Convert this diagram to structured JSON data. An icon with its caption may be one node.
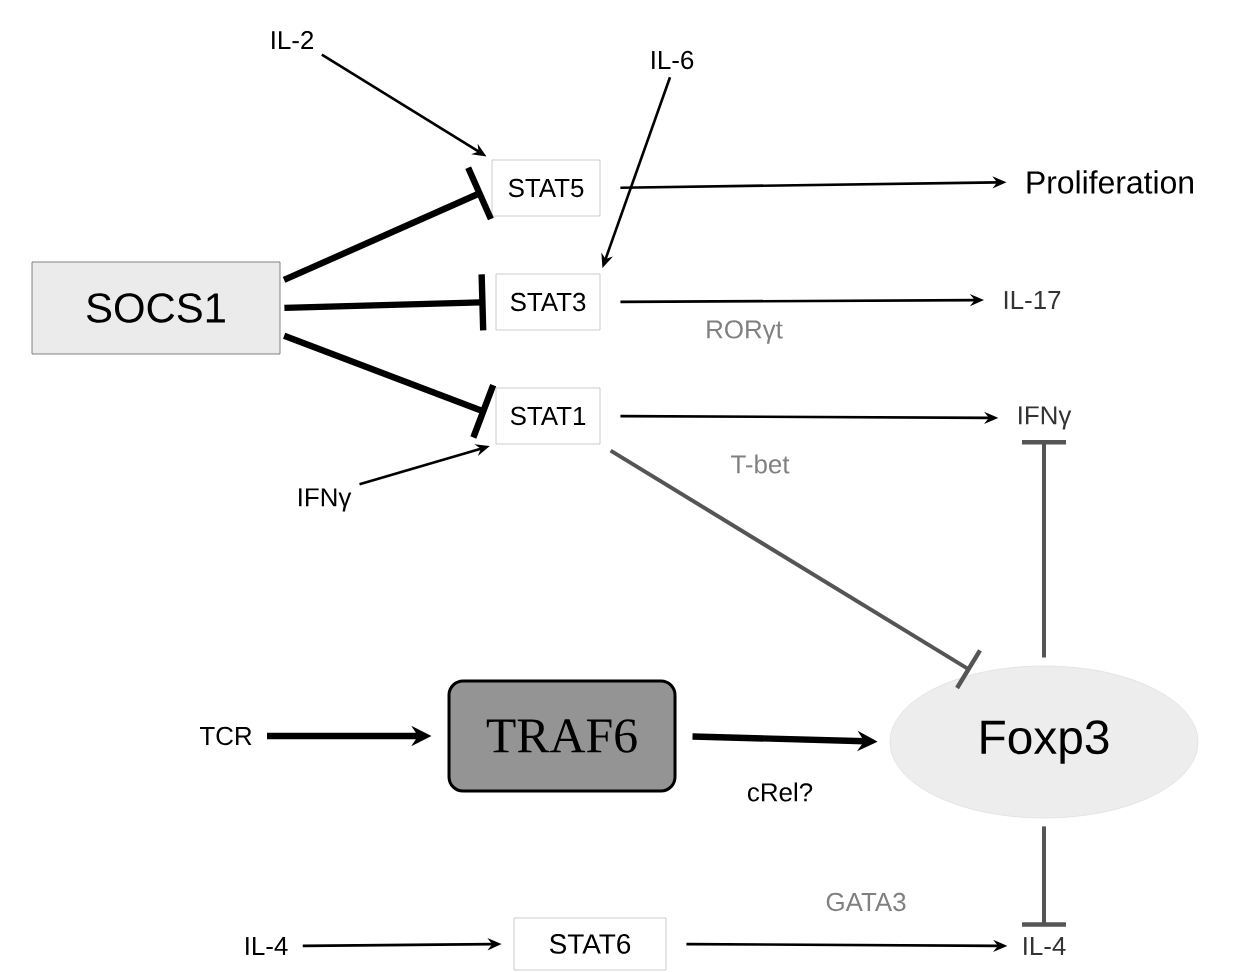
{
  "diagram": {
    "nodes": [
      {
        "text": [
          "IL-2"
        ]
      },
      {
        "text": [
          "IL-6"
        ]
      },
      {
        "text": [
          "SOCS1"
        ]
      },
      {
        "text": [
          "STAT5"
        ]
      },
      {
        "text": [
          "STAT3"
        ]
      },
      {
        "text": [
          "STAT1"
        ]
      },
      {
        "text": [
          "Proliferation"
        ]
      },
      {
        "text": [
          "IL-17"
        ]
      },
      {
        "text": [
          "IFNγ"
        ]
      },
      {
        "text": [
          "IFNγ"
        ]
      },
      {
        "text": [
          "TCR"
        ]
      },
      {
        "text": [
          "TRAF6"
        ]
      },
      {
        "text": [
          "Foxp3"
        ]
      },
      {
        "text": [
          "IL-4"
        ]
      },
      {
        "text": [
          "STAT6"
        ]
      },
      {
        "text": [
          "IL-4"
        ]
      }
    ],
    "edges": [
      {
        "from": 0,
        "to": 3,
        "arrow": "to"
      },
      {
        "from": 1,
        "to": 4,
        "arrow": "to"
      },
      {
        "from": 2,
        "to": 3,
        "arrow": "other",
        "style": "thick"
      },
      {
        "from": 2,
        "to": 4,
        "arrow": "other",
        "style": "thick"
      },
      {
        "from": 2,
        "to": 5,
        "arrow": "other",
        "style": "thick"
      },
      {
        "from": 3,
        "to": 6,
        "arrow": "to"
      },
      {
        "from": 4,
        "to": 7,
        "arrow": "to",
        "label": "RORγt"
      },
      {
        "from": 5,
        "to": 8,
        "arrow": "to",
        "label": "T-bet"
      },
      {
        "from": 9,
        "to": 5,
        "arrow": "to"
      },
      {
        "from": 5,
        "to": 12,
        "arrow": "other",
        "color": "#555555"
      },
      {
        "from": 10,
        "to": 11,
        "arrow": "to",
        "style": "thick"
      },
      {
        "from": 11,
        "to": 12,
        "arrow": "to",
        "style": "thick",
        "label": "cRel?"
      },
      {
        "from": 13,
        "to": 14,
        "arrow": "to"
      },
      {
        "from": 14,
        "to": 15,
        "arrow": "to",
        "label": "GATA3"
      },
      {
        "from": 12,
        "to": 8,
        "arrow": "other",
        "color": "#555555"
      },
      {
        "from": 12,
        "to": 15,
        "arrow": "other",
        "color": "#555555"
      }
    ]
  }
}
